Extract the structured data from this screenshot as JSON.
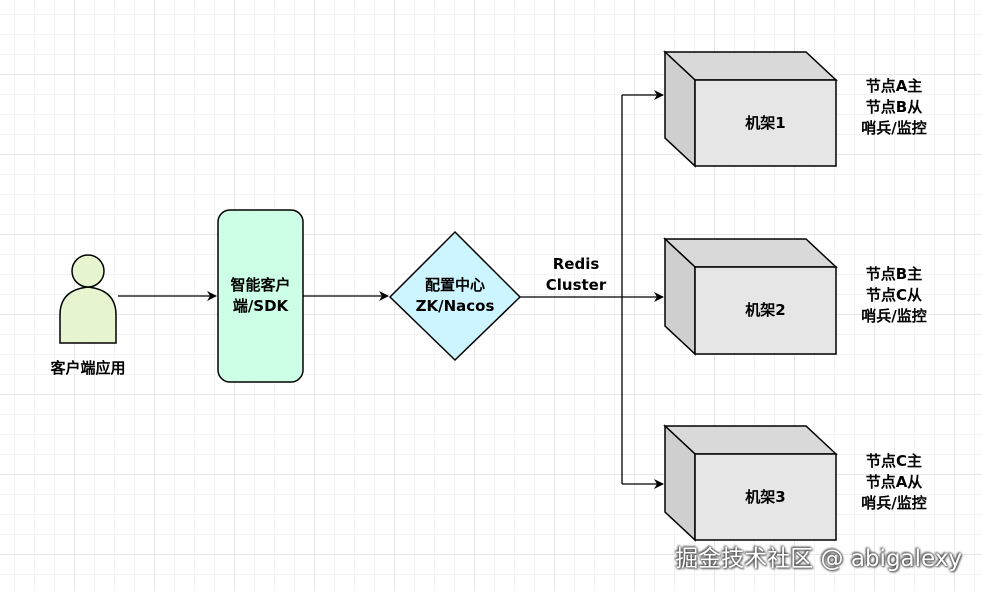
{
  "client": {
    "label": "客户端应用"
  },
  "smart_client": {
    "line1": "智能客户",
    "line2": "端/SDK"
  },
  "config_center": {
    "line1": "配置中心",
    "line2": "ZK/Nacos"
  },
  "redis_cluster": {
    "line1": "Redis",
    "line2": "Cluster"
  },
  "racks": [
    {
      "label": "机架1",
      "notes": [
        "节点A主",
        "节点B从",
        "哨兵/监控"
      ]
    },
    {
      "label": "机架2",
      "notes": [
        "节点B主",
        "节点C从",
        "哨兵/监控"
      ]
    },
    {
      "label": "机架3",
      "notes": [
        "节点C主",
        "节点A从",
        "哨兵/监控"
      ]
    }
  ],
  "watermark": "掘金技术社区 @ abigalexy",
  "colors": {
    "person_fill": "#e6f5d0",
    "smart_client_fill": "#ccffe6",
    "config_fill": "#ccf5ff",
    "rack_front": "#e6e6e6",
    "rack_top": "#d9d9d9",
    "stroke": "#000000"
  }
}
